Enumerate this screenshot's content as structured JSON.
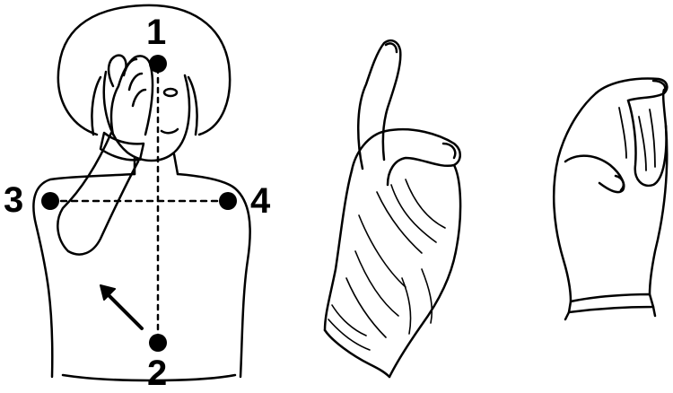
{
  "points": [
    {
      "label": "1"
    },
    {
      "label": "2"
    },
    {
      "label": "3"
    },
    {
      "label": "4"
    }
  ]
}
